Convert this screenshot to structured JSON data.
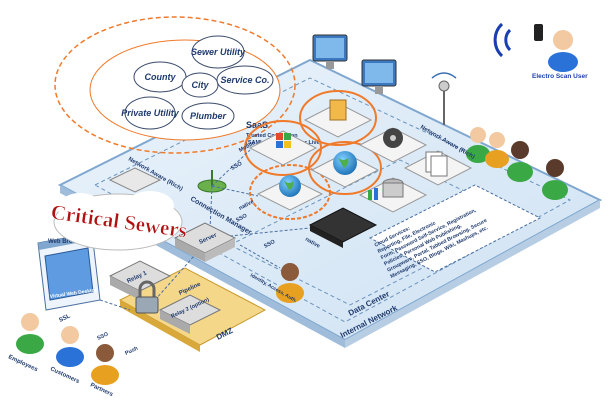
{
  "title": "Critical Sewers",
  "cloud_partners": [
    "County",
    "Sewer Utility",
    "City",
    "Service Co.",
    "Private Utility",
    "Plumber"
  ],
  "saas": {
    "label": "SaaS",
    "sub1": "Trusted Connection",
    "sub2": "(SAML, Web Connector Live)"
  },
  "labels": {
    "network_aware_left": "Network Aware (Rich)",
    "network_aware_right": "Network Aware (Rich)",
    "connection_manager": "Connection Manager",
    "native_top": "native",
    "native_bottom": "native",
    "sso_top": "SSO",
    "sso_mid": "SSO",
    "sso_left": "SSO",
    "mobile": "Mobile",
    "server": "Server",
    "relay1": "Relay 1",
    "relay2": "Relay 2 (option)",
    "pipeline": "Pipeline",
    "dmz": "DMZ",
    "web_browser": "Web Browser",
    "virtual_web_desktop": "Virtual Web Desktop",
    "ssl": "SSL",
    "push": "Push",
    "identity_access": "Identity, Access, Auth.",
    "data_center": "Data Center",
    "internal_network": "Internal Network",
    "employees": "Employees",
    "customers": "Customers",
    "partners": "Partners",
    "electro_scan_user": "Electro Scan User"
  },
  "cloud_services": {
    "title": "Cloud Services:",
    "lines": [
      "Reporting, File, Electronic",
      "Form, Password Self-Service, Registration,",
      "Policies, Personal Web Publishing,",
      "Groupware, Portal, Tabbed Browsing, Secure",
      "Messaging, SSO, Blogs, Wiki, Mashups, etc."
    ]
  },
  "colors": {
    "platform": "#dceaf7",
    "platform_edge": "#7fa7cf",
    "orange": "#f07a2a",
    "title_red": "#b01010",
    "dmz": "#f0c060"
  }
}
